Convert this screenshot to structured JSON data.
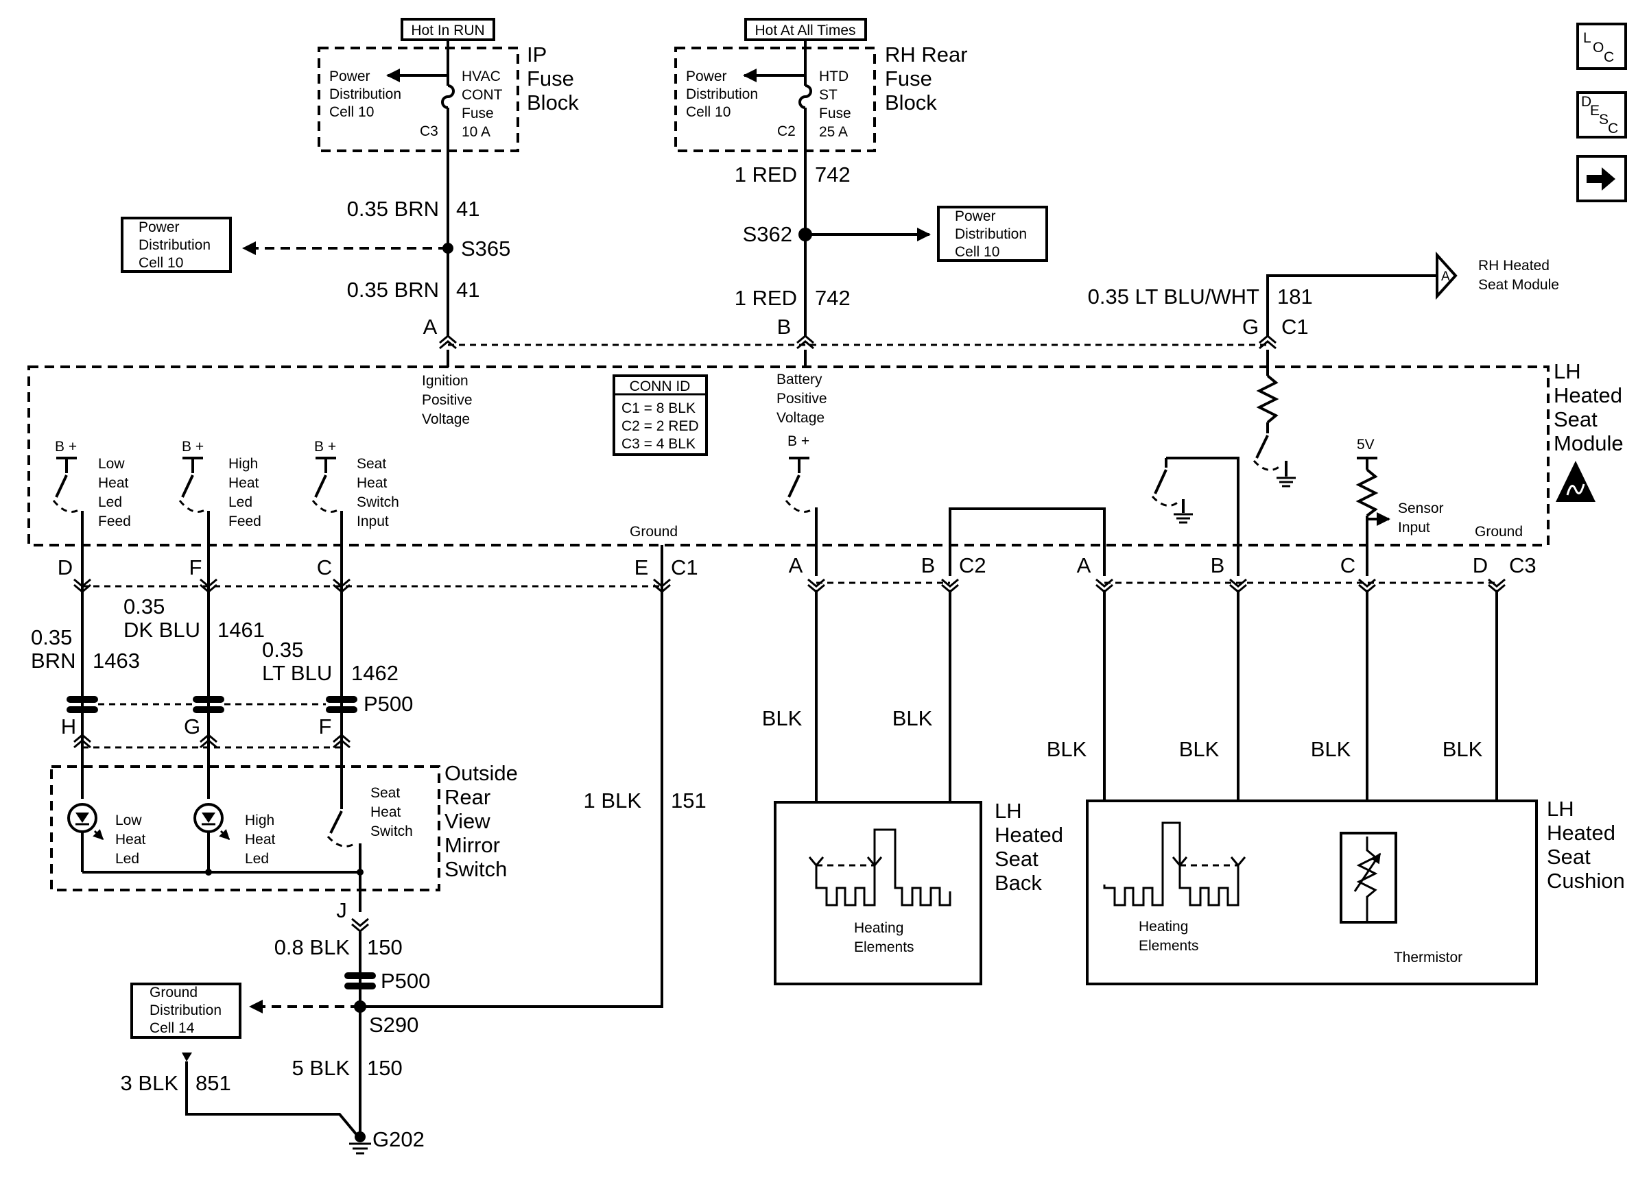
{
  "nav": {
    "loc_icon": "loc-icon",
    "desc_icon": "desc-icon",
    "next_icon": "arrow-right-icon"
  },
  "power_sources": {
    "hot_run": "Hot In RUN",
    "hot_all": "Hot At All Times",
    "ip_block": [
      "IP",
      "Fuse",
      "Block"
    ],
    "rh_block": [
      "RH Rear",
      "Fuse",
      "Block"
    ],
    "pdc_lines": [
      "Power",
      "Distribution",
      "Cell 10"
    ],
    "fuse_ip": [
      "HVAC",
      "CONT",
      "Fuse",
      "10 A"
    ],
    "fuse_ip_conn": "C3",
    "fuse_rh": [
      "HTD",
      "ST",
      "Fuse",
      "25 A"
    ],
    "fuse_rh_conn": "C2"
  },
  "feeds": {
    "brn1_size": "0.35 BRN",
    "brn1_ckt": "41",
    "s365": "S365",
    "brn2_size": "0.35 BRN",
    "brn2_ckt": "41",
    "red1_size": "1 RED",
    "red1_ckt": "742",
    "s362": "S362",
    "red2_size": "1 RED",
    "red2_ckt": "742",
    "ltbluwht_size": "0.35 LT BLU/WHT",
    "ltbluwht_ckt": "181",
    "rh_module": [
      "RH Heated",
      "Seat Module"
    ],
    "rh_tag": "A"
  },
  "module": {
    "title": [
      "LH",
      "Heated",
      "Seat",
      "Module"
    ],
    "pin_a": "A",
    "pin_b": "B",
    "pin_g": "G",
    "conn_c1": "C1",
    "ign": [
      "Ignition",
      "Positive",
      "Voltage"
    ],
    "bat": [
      "Battery",
      "Positive",
      "Voltage"
    ],
    "conn_id_title": "CONN ID",
    "conn_id": [
      "C1 = 8 BLK",
      "C2 = 2 RED",
      "C3 = 4 BLK"
    ],
    "bplus": "B +",
    "low_feed": [
      "Low",
      "Heat",
      "Led",
      "Feed"
    ],
    "high_feed": [
      "High",
      "Heat",
      "Led",
      "Feed"
    ],
    "switch_input": [
      "Seat",
      "Heat",
      "Switch",
      "Input"
    ],
    "ground": "Ground",
    "five_v": "5V",
    "sensor": [
      "Sensor",
      "Input"
    ]
  },
  "module_pins": {
    "d": "D",
    "f": "F",
    "c": "C",
    "e": "E",
    "c1": "C1",
    "a2": "A",
    "b2": "B",
    "c2": "C2",
    "a3": "A",
    "b3": "B",
    "c3pin": "C",
    "d3": "D",
    "c3": "C3"
  },
  "left_wires": {
    "brn_size": [
      "0.35",
      "BRN"
    ],
    "brn_ckt": "1463",
    "dkblu_size": [
      "0.35",
      "DK BLU"
    ],
    "dkblu_ckt": "1461",
    "ltblu_size": [
      "0.35",
      "LT BLU"
    ],
    "ltblu_ckt": "1462",
    "p500": "P500",
    "h": "H",
    "g": "G",
    "f": "F",
    "blk_size": "1 BLK",
    "blk_ckt": "151"
  },
  "mirror": {
    "title": [
      "Outside",
      "Rear",
      "View",
      "Mirror",
      "Switch"
    ],
    "low_led": [
      "Low",
      "Heat",
      "Led"
    ],
    "high_led": [
      "High",
      "Heat",
      "Led"
    ],
    "switch": [
      "Seat",
      "Heat",
      "Switch"
    ],
    "j": "J"
  },
  "ground_path": {
    "blk08_size": "0.8 BLK",
    "blk08_ckt": "150",
    "p500": "P500",
    "gdc": [
      "Ground",
      "Distribution",
      "Cell 14"
    ],
    "s290": "S290",
    "blk5_size": "5 BLK",
    "blk5_ckt": "150",
    "blk3_size": "3 BLK",
    "blk3_ckt": "851",
    "g202": "G202"
  },
  "seat": {
    "blk": "BLK",
    "back_title": [
      "LH",
      "Heated",
      "Seat",
      "Back"
    ],
    "cushion_title": [
      "LH",
      "Heated",
      "Seat",
      "Cushion"
    ],
    "heating": [
      "Heating",
      "Elements"
    ],
    "thermistor": "Thermistor"
  }
}
